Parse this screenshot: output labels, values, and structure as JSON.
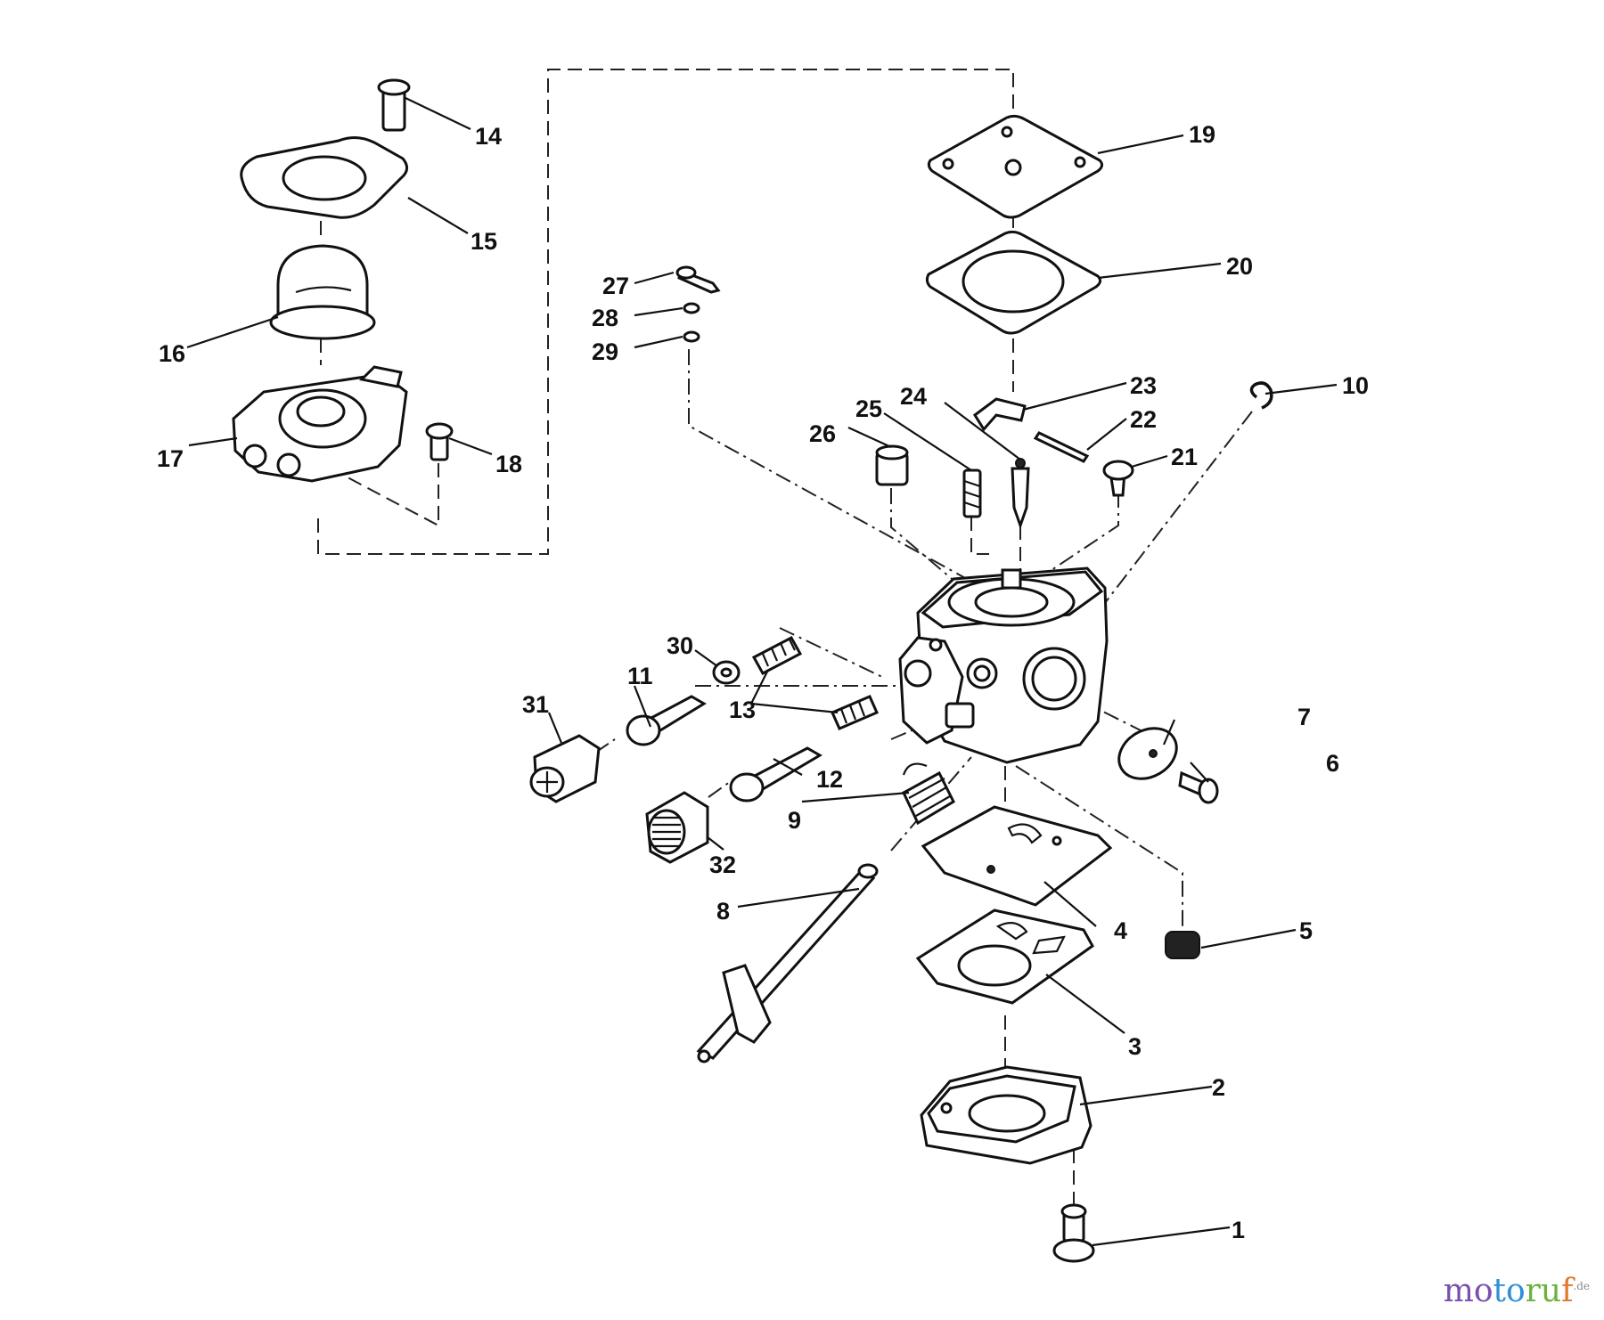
{
  "diagram": {
    "callouts": [
      {
        "id": "1",
        "text": "1"
      },
      {
        "id": "2",
        "text": "2"
      },
      {
        "id": "3",
        "text": "3"
      },
      {
        "id": "4",
        "text": "4"
      },
      {
        "id": "5",
        "text": "5"
      },
      {
        "id": "6",
        "text": "6"
      },
      {
        "id": "7",
        "text": "7"
      },
      {
        "id": "8",
        "text": "8"
      },
      {
        "id": "9",
        "text": "9"
      },
      {
        "id": "10",
        "text": "10"
      },
      {
        "id": "11",
        "text": "11"
      },
      {
        "id": "12",
        "text": "12"
      },
      {
        "id": "13",
        "text": "13"
      },
      {
        "id": "14",
        "text": "14"
      },
      {
        "id": "15",
        "text": "15"
      },
      {
        "id": "16",
        "text": "16"
      },
      {
        "id": "17",
        "text": "17"
      },
      {
        "id": "18",
        "text": "18"
      },
      {
        "id": "19",
        "text": "19"
      },
      {
        "id": "20",
        "text": "20"
      },
      {
        "id": "21",
        "text": "21"
      },
      {
        "id": "22",
        "text": "22"
      },
      {
        "id": "23",
        "text": "23"
      },
      {
        "id": "24",
        "text": "24"
      },
      {
        "id": "25",
        "text": "25"
      },
      {
        "id": "26",
        "text": "26"
      },
      {
        "id": "27",
        "text": "27"
      },
      {
        "id": "28",
        "text": "28"
      },
      {
        "id": "29",
        "text": "29"
      },
      {
        "id": "30",
        "text": "30"
      },
      {
        "id": "31",
        "text": "31"
      },
      {
        "id": "32",
        "text": "32"
      }
    ]
  },
  "watermark": {
    "part1": "mo",
    "part2": "to",
    "part3": "ru",
    "part4": "f",
    "domain": ".de"
  }
}
